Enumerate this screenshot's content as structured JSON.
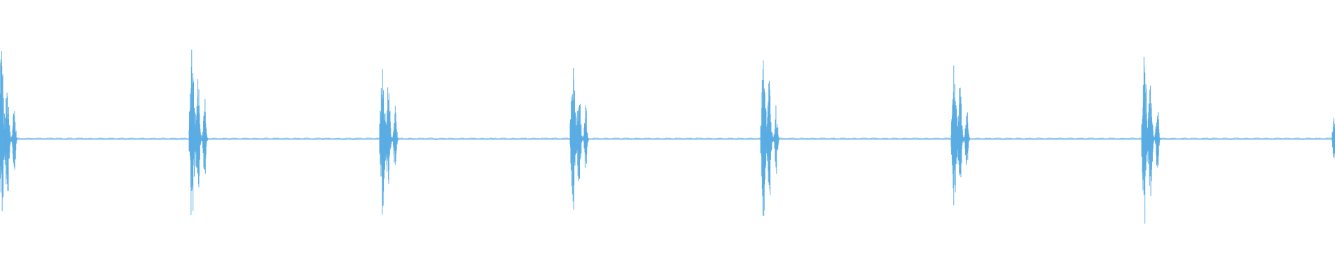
{
  "waveform": {
    "color": "#5aade3",
    "baseline": 0.0,
    "burst_count": 8,
    "burst_period_seconds": 1.0,
    "peak_amplitudes": [
      0.33,
      0.35,
      0.28,
      0.28,
      0.3,
      0.27,
      0.32,
      0.12
    ],
    "burst_phase_offsets": [
      0.0,
      1.0,
      2.0,
      3.0,
      4.0,
      5.0,
      6.0,
      7.0
    ],
    "duration_seconds": 7.0
  }
}
